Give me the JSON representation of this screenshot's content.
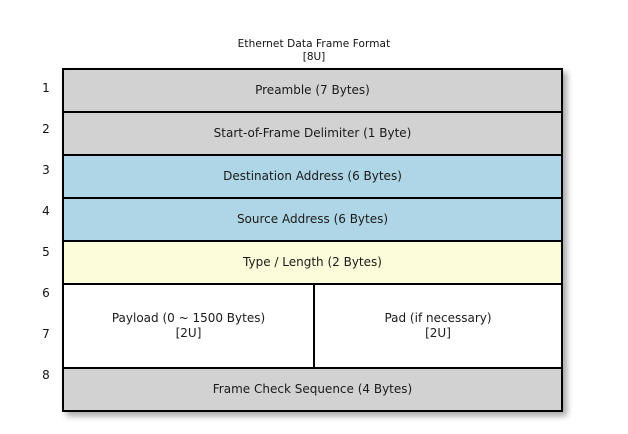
{
  "diagram": {
    "title": "Ethernet Data Frame Format",
    "subtitle": "[8U]",
    "colors": {
      "gray": "#d2d2d2",
      "blue": "#aed6e6",
      "yellow": "#fdfcda",
      "white": "#ffffff",
      "border": "#000000",
      "background": "#ffffff"
    },
    "row_numbers": [
      "1",
      "2",
      "3",
      "4",
      "5",
      "6",
      "7",
      "8"
    ],
    "rows": [
      {
        "number": "1",
        "label": "Preamble (7 Bytes)",
        "fill": "gray"
      },
      {
        "number": "2",
        "label": "Start-of-Frame Delimiter (1 Byte)",
        "fill": "gray"
      },
      {
        "number": "3",
        "label": "Destination Address (6 Bytes)",
        "fill": "blue"
      },
      {
        "number": "4",
        "label": "Source Address (6 Bytes)",
        "fill": "blue"
      },
      {
        "number": "5",
        "label": "Type / Length (2 Bytes)",
        "fill": "yellow"
      },
      {
        "number": "6-7",
        "fill": "white",
        "split": true,
        "left": {
          "label": "Payload (0 ~ 1500 Bytes)",
          "sublabel": "[2U]"
        },
        "right": {
          "label": "Pad (if necessary)",
          "sublabel": "[2U]"
        }
      },
      {
        "number": "8",
        "label": "Frame Check Sequence (4 Bytes)",
        "fill": "gray"
      }
    ]
  }
}
